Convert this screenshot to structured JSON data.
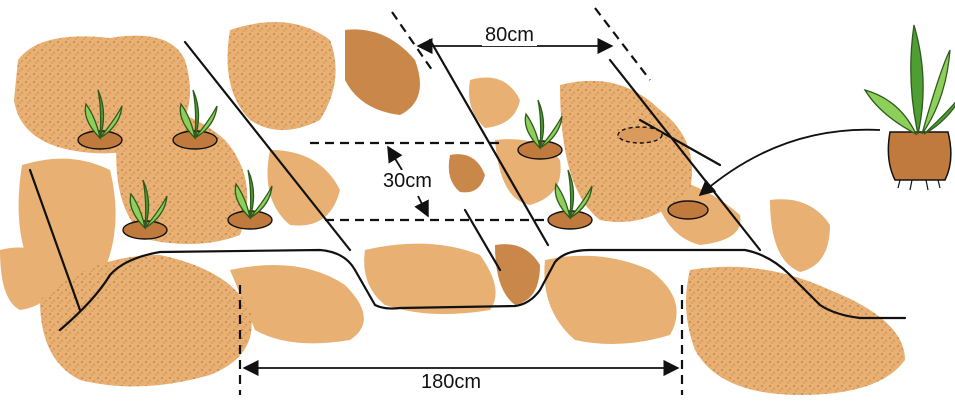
{
  "labels": {
    "ridge_spacing": "80cm",
    "plant_spacing": "30cm",
    "bed_width": "180cm"
  },
  "colors": {
    "soil_light": "#e8b072",
    "soil_dark": "#c9874a",
    "soil_texture": "#b85b2c",
    "leaf_light": "#8ecf5a",
    "leaf_dark": "#4f9e34",
    "ink": "#111111"
  },
  "icons": {
    "seedling": "seedling-icon",
    "transplant_seedling": "transplant-seedling-icon"
  }
}
